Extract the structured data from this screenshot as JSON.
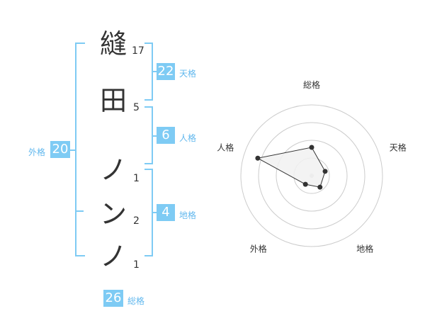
{
  "characters": [
    {
      "char": "縫",
      "strokes": "17"
    },
    {
      "char": "田",
      "strokes": "5"
    },
    {
      "char": "ノ",
      "strokes": "1"
    },
    {
      "char": "ン",
      "strokes": "2"
    },
    {
      "char": "ノ",
      "strokes": "1"
    }
  ],
  "fortunes": {
    "tenkaku": {
      "value": "22",
      "label": "天格"
    },
    "jinkaku": {
      "value": "6",
      "label": "人格"
    },
    "chikaku": {
      "value": "4",
      "label": "地格"
    },
    "gaikaku": {
      "value": "20",
      "label": "外格"
    },
    "soukaku": {
      "value": "26",
      "label": "総格"
    }
  },
  "radar": {
    "axes": [
      "総格",
      "天格",
      "地格",
      "外格",
      "人格"
    ],
    "values": [
      0.4,
      0.2,
      0.2,
      0.15,
      0.8
    ],
    "rings": 4,
    "colors": {
      "fill": "#f1f1f1",
      "stroke": "#333333",
      "ring": "#cccccc",
      "center": "#cccccc"
    }
  }
}
